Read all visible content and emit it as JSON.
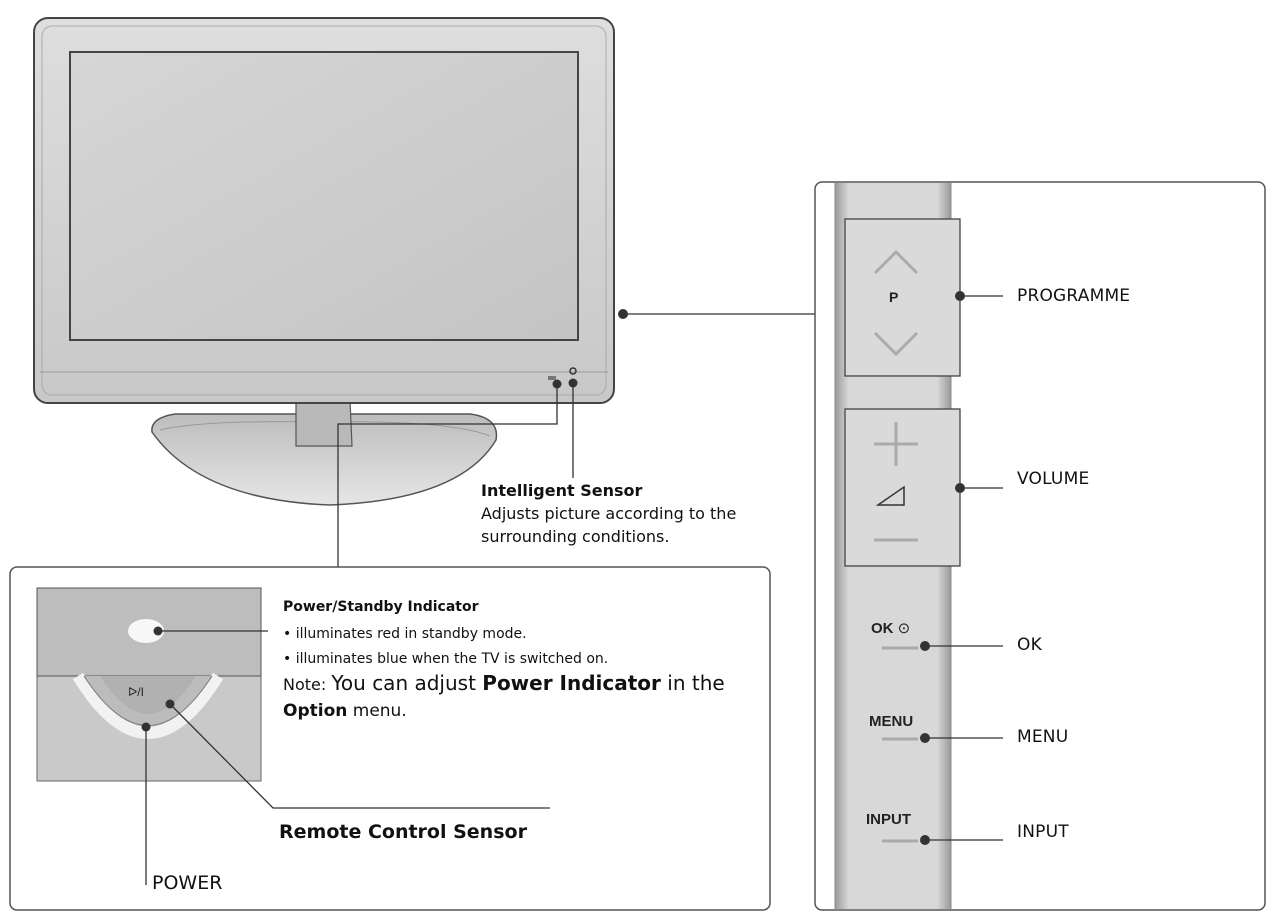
{
  "side_panel": {
    "programme_key": "P",
    "ok_key": "OK",
    "ok_key_symbol": "⊙",
    "menu_key": "MENU",
    "input_key": "INPUT",
    "labels": {
      "programme": "PROGRAMME",
      "volume": "VOLUME",
      "ok": "OK",
      "menu": "MENU",
      "input": "INPUT"
    }
  },
  "intelligent_sensor": {
    "title": "Intelligent Sensor",
    "line1": "Adjusts picture according to the",
    "line2": "surrounding conditions."
  },
  "front_detail": {
    "power_button_symbol": "ᐅ/I",
    "indicator_title": "Power/Standby Indicator",
    "bullet1": "• illuminates red in standby mode.",
    "bullet2": "• illuminates blue when the TV is switched on.",
    "note_prefix": "Note: ",
    "note_a": "You can adjust ",
    "note_bold1": "Power Indicator",
    "note_b": " in the",
    "note_bold2": "Option",
    "note_c": " menu.",
    "remote_sensor_label": "Remote Control Sensor",
    "power_label": "POWER"
  },
  "colors": {
    "tv_frame": "#d4d4d4",
    "screen": "#cfcfcf",
    "panel_strip": "#e2e2e2",
    "outline": "#444444"
  }
}
